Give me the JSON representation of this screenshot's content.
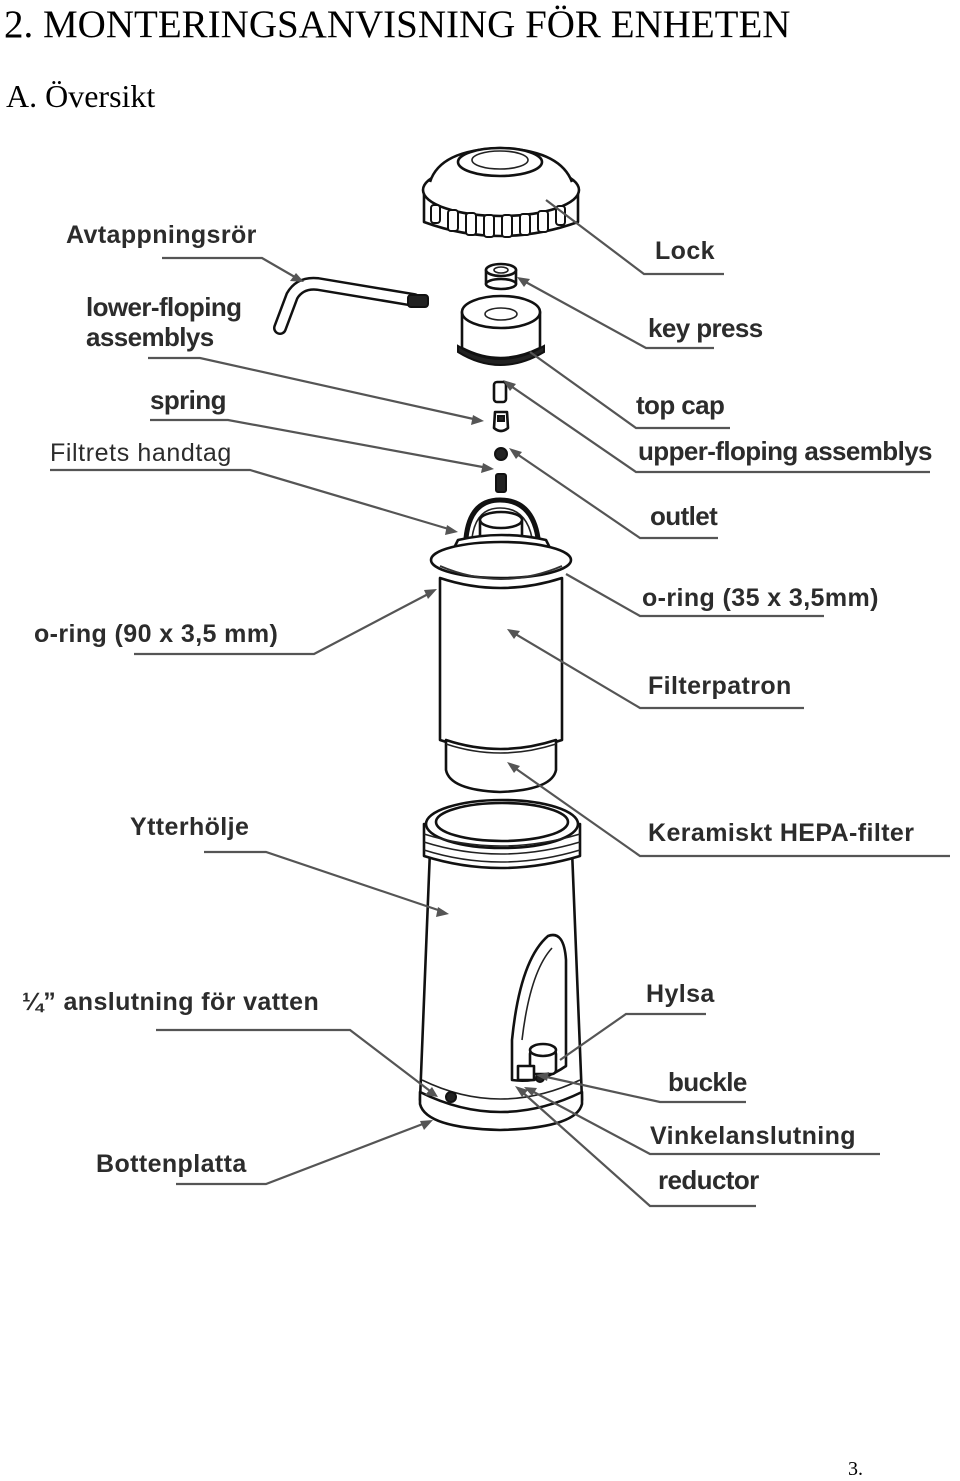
{
  "heading": "2. MONTERINGSANVISNING FÖR ENHETEN",
  "subheading": "A. Översikt",
  "labels": {
    "drain_pipe": "Avtappningsrör",
    "lock": "Lock",
    "lower_floping": "lower-floping\nassemblys",
    "key_press": "key press",
    "spring": "spring",
    "top_cap": "top cap",
    "filter_handle": "Filtrets handtag",
    "upper_floping": "upper-floping assemblys",
    "outlet": "outlet",
    "oring_35": "o-ring (35 x 3,5mm)",
    "oring_90": "o-ring (90 x 3,5 mm)",
    "filter_cartridge": "Filterpatron",
    "outer_housing": "Ytterhölje",
    "ceramic_hepa": "Keramiskt HEPA-filter",
    "water_connection": "¼” anslutning för vatten",
    "sleeve": "Hylsa",
    "buckle": "buckle",
    "base_plate": "Bottenplatta",
    "angle_connection": "Vinkelanslutning",
    "reductor": "reductor"
  },
  "page_number": "3."
}
